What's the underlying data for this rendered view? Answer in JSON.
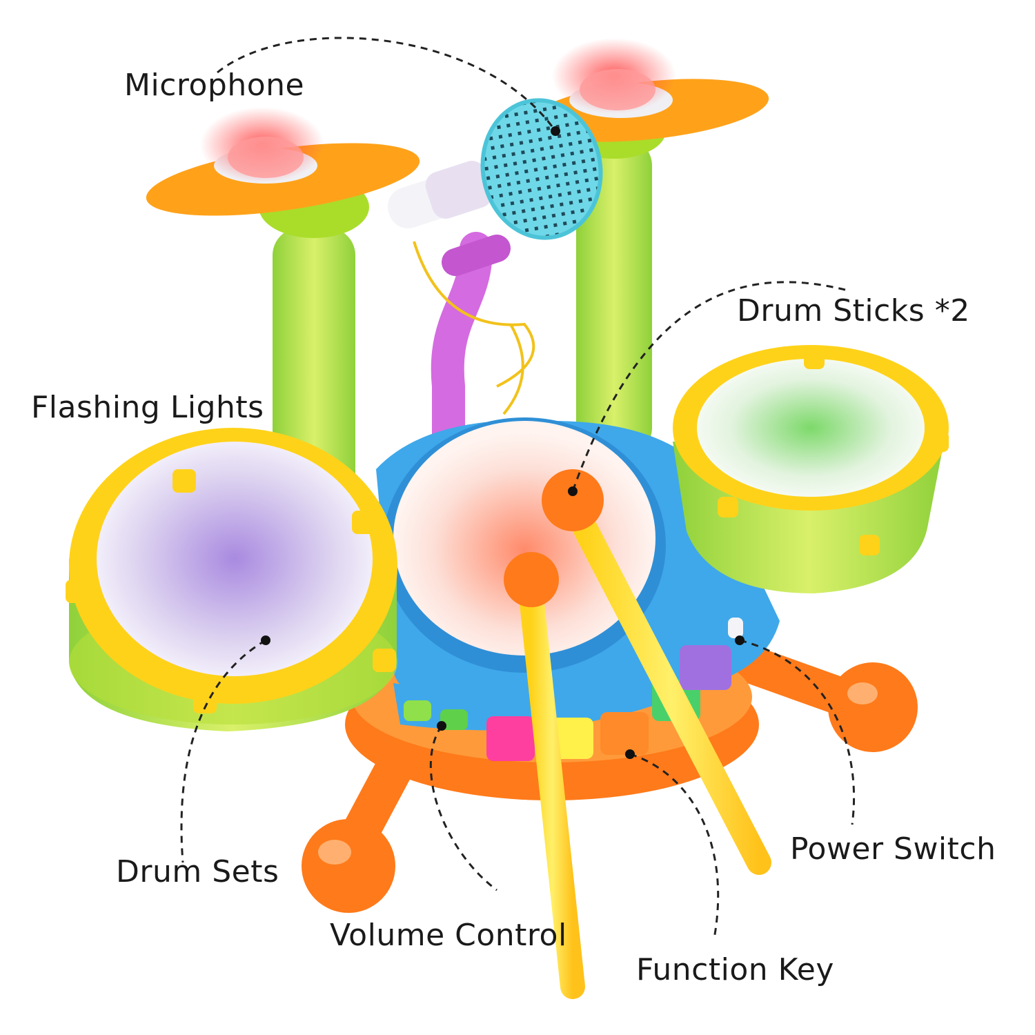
{
  "labels": {
    "microphone": "Microphone",
    "drum_sticks": "Drum Sticks *2",
    "flashing_lights": "Flashing Lights",
    "drum_sets": "Drum Sets",
    "power_switch": "Power Switch",
    "volume_control": "Volume Control",
    "function_key": "Function Key"
  },
  "colors": {
    "cymbal": "#ffa21a",
    "stand": "#a9dd2a",
    "base_blue": "#3fa8ea",
    "base_orange": "#ff7a1a",
    "rim_yellow": "#ffd21a",
    "mic_head": "#66d6e6",
    "mic_stand": "#d56be0",
    "leader_line": "#222222"
  }
}
